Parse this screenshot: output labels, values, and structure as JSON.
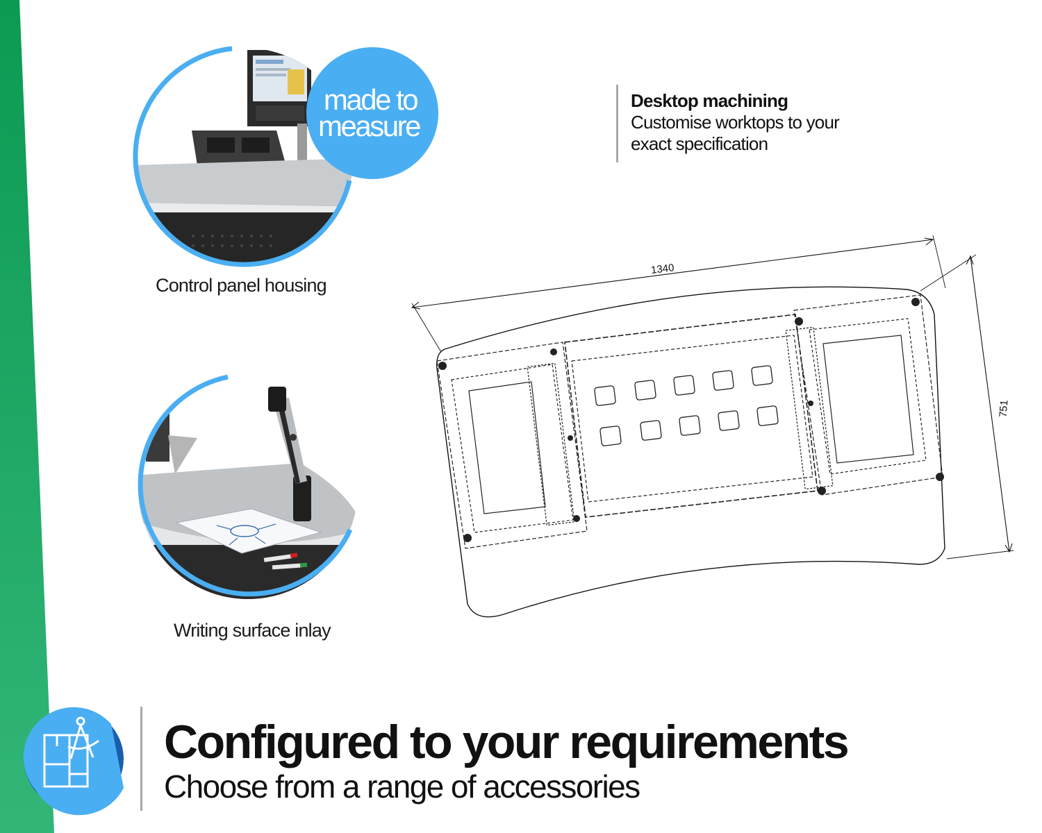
{
  "badge": {
    "line1": "made to",
    "line2": "measure"
  },
  "captions": {
    "control_panel": "Control panel housing",
    "writing_surface": "Writing surface inlay"
  },
  "machining": {
    "title": "Desktop machining",
    "description": "Customise worktops to your exact specification"
  },
  "drawing": {
    "width_dim": "1340",
    "depth_dim": "751"
  },
  "footer": {
    "title": "Configured to your requirements",
    "subtitle": "Choose from a range of accessories"
  },
  "colors": {
    "green": "#1aa35a",
    "green_light": "#2bb673",
    "blue": "#4aaef3",
    "blue_dark": "#1a5fae",
    "divider": "#a8a8a8"
  }
}
